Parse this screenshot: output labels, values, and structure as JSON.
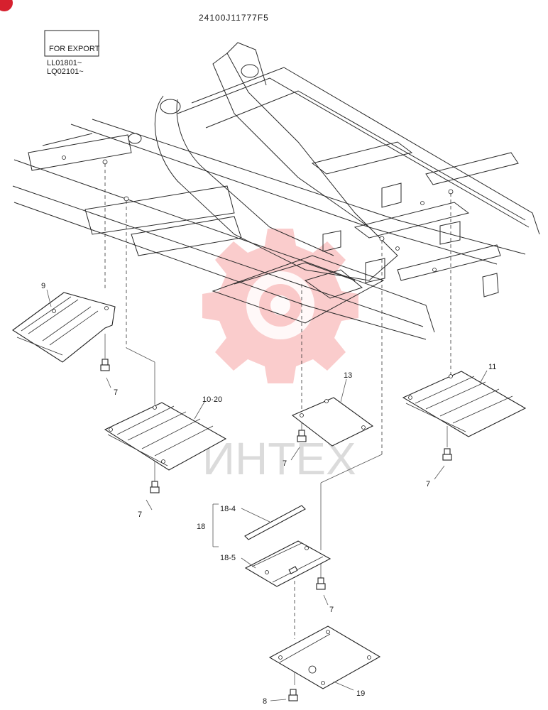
{
  "header": {
    "code": "24100J11777F5",
    "badge": "FOR EXPORT",
    "serials": [
      "LL01801~",
      "LQ02101~"
    ]
  },
  "watermark": {
    "text": "ИНТЕХ",
    "color": "#f5a3a3"
  },
  "corner_badge": {
    "color": "#d6202e"
  },
  "callouts": {
    "p9": "9",
    "p10": "10·20",
    "p11": "11",
    "p13": "13",
    "p18": "18",
    "p18_4": "18-4",
    "p18_5": "18-5",
    "p19": "19",
    "p8": "8",
    "p7a": "7",
    "p7b": "7",
    "p7c": "7",
    "p7d": "7",
    "p7e": "7"
  }
}
